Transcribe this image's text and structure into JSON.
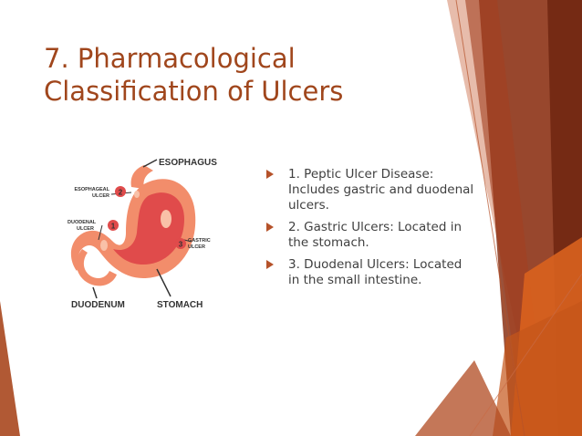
{
  "slide": {
    "title_line1": "7. Pharmacological",
    "title_line2": "Classification of Ulcers",
    "bullets": [
      "1. Peptic Ulcer Disease: Includes gastric and duodenal ulcers.",
      "2. Gastric Ulcers: Located in the stomach.",
      "3. Duodenal Ulcers: Located in the small intestine."
    ]
  },
  "diagram": {
    "esophagus": "ESOPHAGUS",
    "esophageal_ulcer_1": "ESOPHAGEAL",
    "esophageal_ulcer_2": "ULCER",
    "duodenal_ulcer_1": "DUODENAL",
    "duodenal_ulcer_2": "ULCER",
    "gastric_ulcer_1": "GASTRIC",
    "gastric_ulcer_2": "ULCER",
    "duodenum": "DUODENUM",
    "stomach": "STOMACH",
    "num_1": "1",
    "num_2": "2",
    "num_3": "3"
  },
  "colors": {
    "title": "#a0461c",
    "accent": "#b5522a",
    "stomach_outer": "#f28d6b",
    "stomach_inner": "#e04b4b"
  }
}
